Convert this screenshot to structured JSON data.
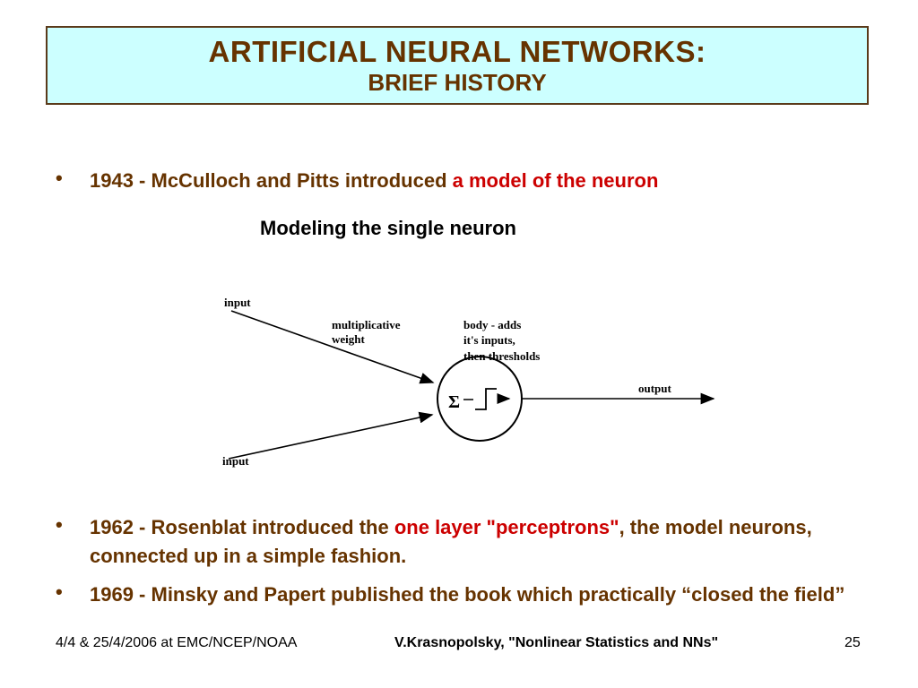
{
  "slide": {
    "title_line1": "ARTIFICIAL  NEURAL  NETWORKS:",
    "title_line2": "BRIEF  HISTORY"
  },
  "bullets": [
    {
      "dot": "•",
      "part1": "1943 - McCulloch and Pitts introduced ",
      "highlight": "a model of the neuron"
    },
    {
      "dot": "•",
      "part1": "1962 - Rosenblat introduced the ",
      "highlight": "one layer \"perceptrons\"",
      "part2": ", the model neurons, connected up in a simple fashion."
    },
    {
      "dot": "•",
      "text": "1969 - Minsky and Papert published the book which practically “closed the field”"
    }
  ],
  "figure": {
    "title": "Modeling the single neuron",
    "input_top": "input",
    "input_bottom": "input",
    "weight_label_1": "multiplicative",
    "weight_label_2": "weight",
    "body_label_1": "body  -  adds",
    "body_label_2": "it's  inputs,",
    "body_label_3": "then  thresholds",
    "sigma": "Σ",
    "output": "output"
  },
  "footer": {
    "left": "4/4 & 25/4/2006 at EMC/NCEP/NOAA",
    "center": "V.Krasnopolsky, \"Nonlinear Statistics and NNs\"",
    "page_number": "25"
  },
  "colors": {
    "title_bg": "#ccffff",
    "text_brown": "#663300",
    "highlight_red": "#cc0000"
  }
}
